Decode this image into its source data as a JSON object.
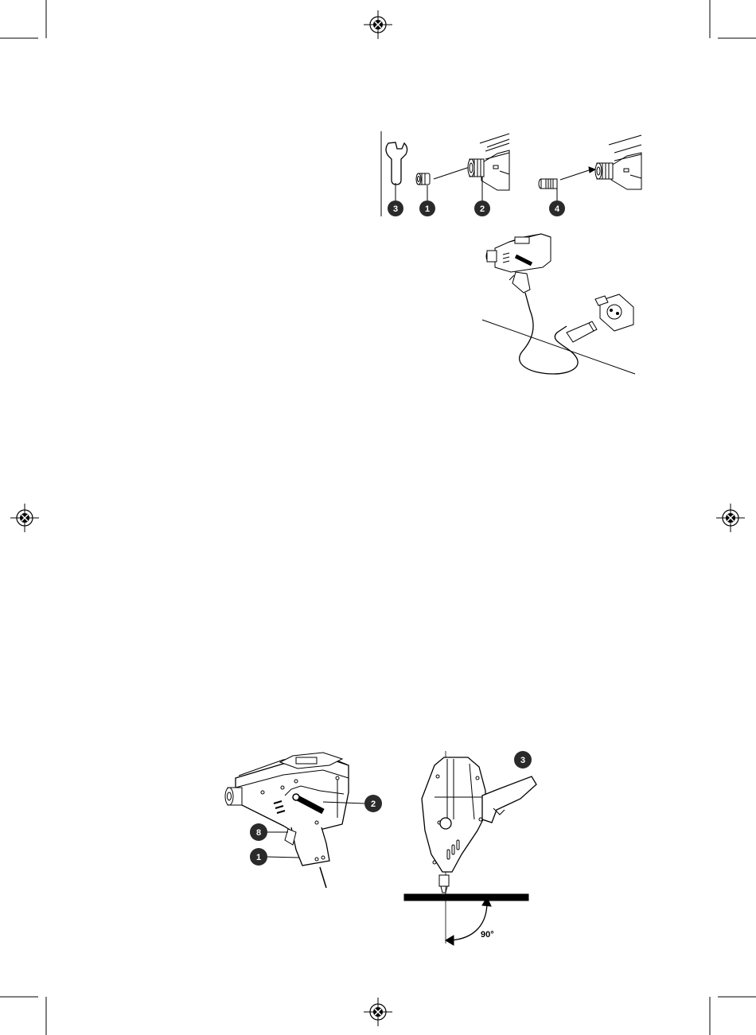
{
  "colors": {
    "ink": "#000000",
    "callout_bg": "#2a2a2a",
    "paper": "#ffffff"
  },
  "fig_top": {
    "callouts": [
      "3",
      "1",
      "2",
      "4"
    ]
  },
  "fig_bottom_left": {
    "callouts": [
      "2",
      "8",
      "1"
    ]
  },
  "fig_bottom_right": {
    "callout": "3",
    "angle_label": "90°"
  }
}
